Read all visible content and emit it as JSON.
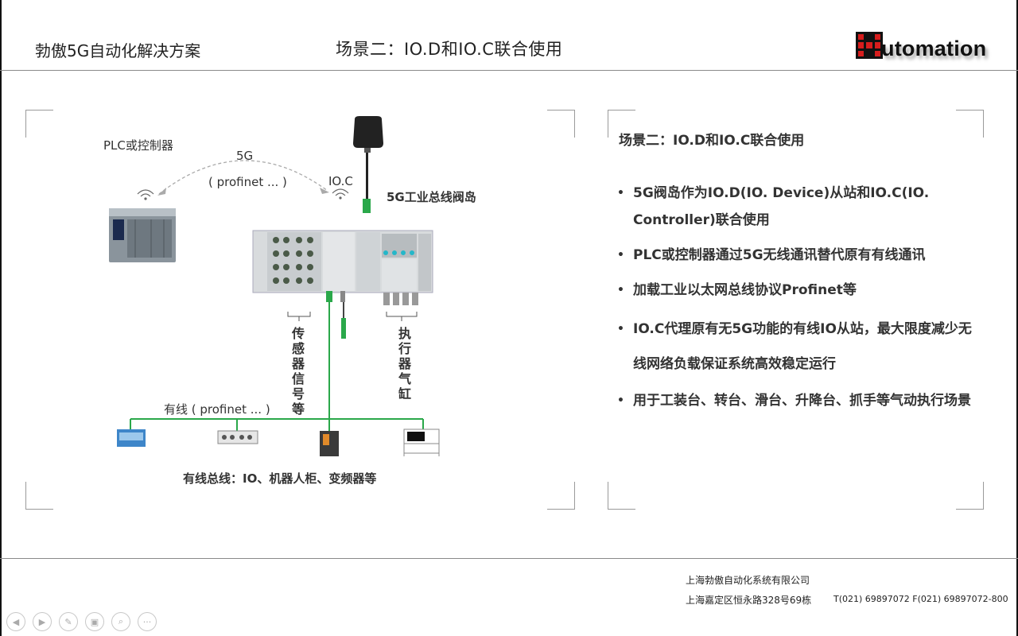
{
  "header": {
    "left_title": "勃傲5G自动化解决方案",
    "main_title": "场景二：IO.D和IO.C联合使用",
    "logo_text": "utomation"
  },
  "diagram": {
    "plc_label": "PLC或控制器",
    "fiveg_label": "5G",
    "profinet_label": "( profinet  ... )",
    "ioc_label": "IO.C",
    "valve_label": "5G工业总线阀岛",
    "sensor_label": "传感器信号等",
    "actuator_label": "执行器气缸",
    "wired_label": "有线 ( profinet  ... )",
    "bus_label": "有线总线：IO、机器人柜、变频器等"
  },
  "right_panel": {
    "title": "场景二：IO.D和IO.C联合使用",
    "bullets": [
      "5G阀岛作为IO.D(IO. Device)从站和IO.C(IO. Controller)联合使用",
      "PLC或控制器通过5G无线通讯替代原有有线通讯",
      "加载工业以太网总线协议Profinet等",
      "IO.C代理原有无5G功能的有线IO从站，最大限度减少无线网络负载保证系统高效稳定运行",
      "用于工装台、转台、滑台、升降台、抓手等气动执行场景"
    ]
  },
  "footer": {
    "company": "上海勃傲自动化系统有限公司",
    "address": "上海嘉定区恒永路328号69栋",
    "phone": "T(021) 69897072  F(021) 69897072-800"
  },
  "nav_icons": [
    "prev-icon",
    "next-icon",
    "pen-icon",
    "slides-icon",
    "zoom-icon",
    "more-icon"
  ],
  "colors": {
    "accent_red": "#d61d1d",
    "cable_green": "#2aa84a"
  }
}
